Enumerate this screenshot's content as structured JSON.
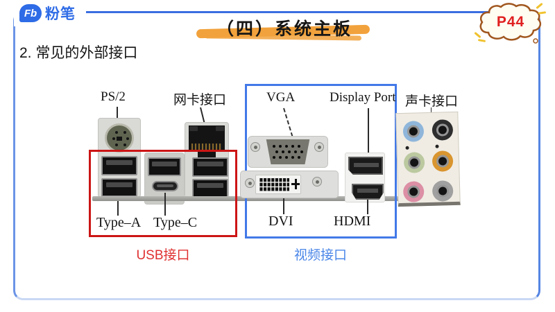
{
  "header": {
    "logo_fb": "Fb",
    "logo_brand": "粉笔",
    "title": "（四）系统主板",
    "page_badge": "P44"
  },
  "colors": {
    "brand_blue": "#2e6be6",
    "frame_blue": "#3a6ee0",
    "badge_red": "#e02020",
    "highlight_orange": "#f2a23c",
    "usb_box_red": "#cc1515",
    "video_box_blue": "#4279e8",
    "usb_caption_red": "#e03030",
    "video_caption_blue": "#4a86e8"
  },
  "heading": "2. 常见的外部接口",
  "figure": {
    "port_labels": {
      "ps2": "PS/2",
      "lan": "网卡接口",
      "vga": "VGA",
      "displayport": "Display Port",
      "audio": "声卡接口",
      "type_a": "Type–A",
      "type_c": "Type–C",
      "dvi": "DVI",
      "hdmi": "HDMI"
    },
    "captions": {
      "usb": "USB接口",
      "video": "视频接口"
    },
    "audio_jacks": [
      {
        "name": "blue-jack",
        "color": "#8fb6da"
      },
      {
        "name": "black-jack",
        "color": "#2e2e2e"
      },
      {
        "name": "green-jack",
        "color": "#bcc9a0"
      },
      {
        "name": "orange-jack",
        "color": "#d9952f"
      },
      {
        "name": "pink-jack",
        "color": "#dc8fa5"
      },
      {
        "name": "gray-jack",
        "color": "#a0a0a0"
      }
    ]
  }
}
